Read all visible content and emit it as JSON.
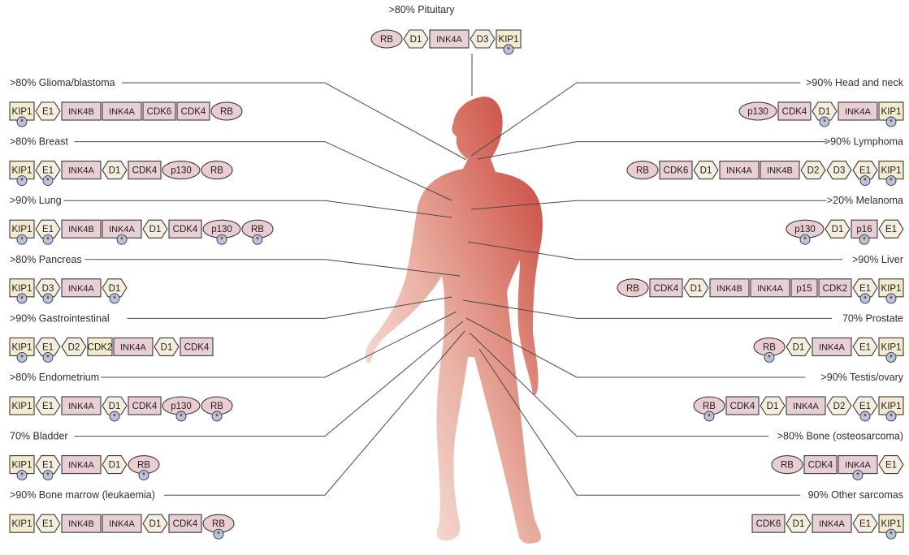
{
  "colors": {
    "line": "#4a4a4a",
    "text": "#2e2e2e",
    "box_fill": "#e8cfd3",
    "box_stroke": "#3a3a3a",
    "hex_fill": "#f6eedd",
    "kip_fill": "#f4ebce",
    "rb_fill": "#e9cdd1",
    "star_fill": "#b9c3dc",
    "body_dark": "#c9463a",
    "body_light": "#fbf0ec"
  },
  "legend": {
    "shapes": {
      "box": "rectangular protein box (CDK4, CDK6, CDK2, INK4A, INK4B, p15, p16)",
      "hex": "hexagonal protein shape (D1, D2, D3, E1)",
      "oval": "oval protein shape (RB, p130)",
      "kip": "cream box shape (KIP1)"
    }
  },
  "top_cancer": {
    "label": ">80% Pituitary",
    "proteins": [
      {
        "name": "RB",
        "shape": "oval",
        "star": false
      },
      {
        "name": "D1",
        "shape": "hex",
        "star": false
      },
      {
        "name": "INK4A",
        "shape": "box",
        "star": false
      },
      {
        "name": "D3",
        "shape": "hex",
        "star": false
      },
      {
        "name": "KIP1",
        "shape": "kip",
        "star": true
      }
    ]
  },
  "left_cancers": [
    {
      "label": ">80% Glioma/blastoma",
      "proteins": [
        {
          "name": "KIP1",
          "shape": "kip",
          "star": true
        },
        {
          "name": "E1",
          "shape": "hex",
          "star": false
        },
        {
          "name": "INK4B",
          "shape": "box",
          "star": false
        },
        {
          "name": "INK4A",
          "shape": "box",
          "star": false
        },
        {
          "name": "CDK6",
          "shape": "box",
          "star": false
        },
        {
          "name": "CDK4",
          "shape": "box",
          "star": false
        },
        {
          "name": "RB",
          "shape": "oval",
          "star": false
        }
      ]
    },
    {
      "label": ">80% Breast",
      "proteins": [
        {
          "name": "KIP1",
          "shape": "kip",
          "star": true
        },
        {
          "name": "E1",
          "shape": "hex",
          "star": true
        },
        {
          "name": "INK4A",
          "shape": "box",
          "star": false
        },
        {
          "name": "D1",
          "shape": "hex",
          "star": false
        },
        {
          "name": "CDK4",
          "shape": "box",
          "star": false
        },
        {
          "name": "p130",
          "shape": "oval",
          "star": false
        },
        {
          "name": "RB",
          "shape": "oval",
          "star": false
        }
      ]
    },
    {
      "label": ">90% Lung",
      "proteins": [
        {
          "name": "KIP1",
          "shape": "kip",
          "star": true
        },
        {
          "name": "E1",
          "shape": "hex",
          "star": true
        },
        {
          "name": "INK4B",
          "shape": "box",
          "star": false
        },
        {
          "name": "INK4A",
          "shape": "box",
          "star": true
        },
        {
          "name": "D1",
          "shape": "hex",
          "star": false
        },
        {
          "name": "CDK4",
          "shape": "box",
          "star": false
        },
        {
          "name": "p130",
          "shape": "oval",
          "star": true
        },
        {
          "name": "RB",
          "shape": "oval",
          "star": true
        }
      ]
    },
    {
      "label": ">80% Pancreas",
      "proteins": [
        {
          "name": "KIP1",
          "shape": "kip",
          "star": true
        },
        {
          "name": "D3",
          "shape": "hex",
          "star": true
        },
        {
          "name": "INK4A",
          "shape": "box",
          "star": false
        },
        {
          "name": "D1",
          "shape": "hex",
          "star": true
        }
      ]
    },
    {
      "label": ">90% Gastrointestinal",
      "proteins": [
        {
          "name": "KIP1",
          "shape": "kip",
          "star": true
        },
        {
          "name": "E1",
          "shape": "hex",
          "star": true
        },
        {
          "name": "D2",
          "shape": "hex",
          "star": false
        },
        {
          "name": "CDK2",
          "shape": "kip",
          "star": false
        },
        {
          "name": "INK4A",
          "shape": "box",
          "star": false
        },
        {
          "name": "D1",
          "shape": "hex",
          "star": false
        },
        {
          "name": "CDK4",
          "shape": "box",
          "star": false
        }
      ]
    },
    {
      "label": ">80% Endometrium",
      "proteins": [
        {
          "name": "KIP1",
          "shape": "kip",
          "star": false
        },
        {
          "name": "E1",
          "shape": "hex",
          "star": false
        },
        {
          "name": "INK4A",
          "shape": "box",
          "star": false
        },
        {
          "name": "D1",
          "shape": "hex",
          "star": true
        },
        {
          "name": "CDK4",
          "shape": "box",
          "star": false
        },
        {
          "name": "p130",
          "shape": "oval",
          "star": true
        },
        {
          "name": "RB",
          "shape": "oval",
          "star": true
        }
      ]
    },
    {
      "label": "70% Bladder",
      "proteins": [
        {
          "name": "KIP1",
          "shape": "kip",
          "star": true
        },
        {
          "name": "E1",
          "shape": "hex",
          "star": true
        },
        {
          "name": "INK4A",
          "shape": "box",
          "star": false
        },
        {
          "name": "D1",
          "shape": "hex",
          "star": false
        },
        {
          "name": "RB",
          "shape": "oval",
          "star": true
        }
      ]
    },
    {
      "label": ">90% Bone marrow (leukaemia)",
      "proteins": [
        {
          "name": "KIP1",
          "shape": "kip",
          "star": false
        },
        {
          "name": "E1",
          "shape": "hex",
          "star": false
        },
        {
          "name": "INK4B",
          "shape": "box",
          "star": false
        },
        {
          "name": "INK4A",
          "shape": "box",
          "star": false
        },
        {
          "name": "D1",
          "shape": "hex",
          "star": false
        },
        {
          "name": "CDK4",
          "shape": "box",
          "star": false
        },
        {
          "name": "RB",
          "shape": "oval",
          "star": true
        }
      ]
    }
  ],
  "right_cancers": [
    {
      "label": ">90% Head and neck",
      "proteins": [
        {
          "name": "p130",
          "shape": "oval",
          "star": false
        },
        {
          "name": "CDK4",
          "shape": "box",
          "star": false
        },
        {
          "name": "D1",
          "shape": "hex",
          "star": true
        },
        {
          "name": "INK4A",
          "shape": "box",
          "star": false
        },
        {
          "name": "KIP1",
          "shape": "kip",
          "star": true
        }
      ]
    },
    {
      "label": ">90% Lymphoma",
      "proteins": [
        {
          "name": "RB",
          "shape": "oval",
          "star": false
        },
        {
          "name": "CDK6",
          "shape": "box",
          "star": false
        },
        {
          "name": "D1",
          "shape": "hex",
          "star": false
        },
        {
          "name": "INK4A",
          "shape": "box",
          "star": false
        },
        {
          "name": "INK4B",
          "shape": "box",
          "star": false
        },
        {
          "name": "D2",
          "shape": "hex",
          "star": false
        },
        {
          "name": "D3",
          "shape": "hex",
          "star": false
        },
        {
          "name": "E1",
          "shape": "hex",
          "star": true
        },
        {
          "name": "KIP1",
          "shape": "kip",
          "star": true
        }
      ]
    },
    {
      "label": ">20% Melanoma",
      "proteins": [
        {
          "name": "p130",
          "shape": "oval",
          "star": true
        },
        {
          "name": "D1",
          "shape": "hex",
          "star": false
        },
        {
          "name": "p16",
          "shape": "box",
          "star": true
        },
        {
          "name": "E1",
          "shape": "hex",
          "star": false
        }
      ]
    },
    {
      "label": ">90% Liver",
      "proteins": [
        {
          "name": "RB",
          "shape": "oval",
          "star": false
        },
        {
          "name": "CDK4",
          "shape": "box",
          "star": false
        },
        {
          "name": "D1",
          "shape": "hex",
          "star": false
        },
        {
          "name": "INK4B",
          "shape": "box",
          "star": false
        },
        {
          "name": "INK4A",
          "shape": "box",
          "star": false
        },
        {
          "name": "p15",
          "shape": "box",
          "star": false
        },
        {
          "name": "CDK2",
          "shape": "box",
          "star": false
        },
        {
          "name": "E1",
          "shape": "hex",
          "star": true
        },
        {
          "name": "KIP1",
          "shape": "kip",
          "star": true
        }
      ]
    },
    {
      "label": "70% Prostate",
      "proteins": [
        {
          "name": "RB",
          "shape": "oval",
          "star": true
        },
        {
          "name": "D1",
          "shape": "hex",
          "star": false
        },
        {
          "name": "INK4A",
          "shape": "box",
          "star": false
        },
        {
          "name": "E1",
          "shape": "hex",
          "star": false
        },
        {
          "name": "KIP1",
          "shape": "kip",
          "star": true
        }
      ]
    },
    {
      "label": ">90% Testis/ovary",
      "proteins": [
        {
          "name": "RB",
          "shape": "oval",
          "star": true
        },
        {
          "name": "CDK4",
          "shape": "box",
          "star": false
        },
        {
          "name": "D1",
          "shape": "hex",
          "star": false
        },
        {
          "name": "INK4A",
          "shape": "box",
          "star": false
        },
        {
          "name": "D2",
          "shape": "hex",
          "star": false
        },
        {
          "name": "E1",
          "shape": "hex",
          "star": true
        },
        {
          "name": "KIP1",
          "shape": "kip",
          "star": true
        }
      ]
    },
    {
      "label": ">80% Bone (osteosarcoma)",
      "proteins": [
        {
          "name": "RB",
          "shape": "oval",
          "star": false
        },
        {
          "name": "CDK4",
          "shape": "box",
          "star": false
        },
        {
          "name": "INK4A",
          "shape": "box",
          "star": true
        },
        {
          "name": "E1",
          "shape": "hex",
          "star": false
        }
      ]
    },
    {
      "label": "90% Other sarcomas",
      "proteins": [
        {
          "name": "CDK6",
          "shape": "box",
          "star": false
        },
        {
          "name": "D1",
          "shape": "hex",
          "star": false
        },
        {
          "name": "INK4A",
          "shape": "box",
          "star": false
        },
        {
          "name": "E1",
          "shape": "hex",
          "star": false
        },
        {
          "name": "KIP1",
          "shape": "kip",
          "star": true
        }
      ]
    }
  ]
}
